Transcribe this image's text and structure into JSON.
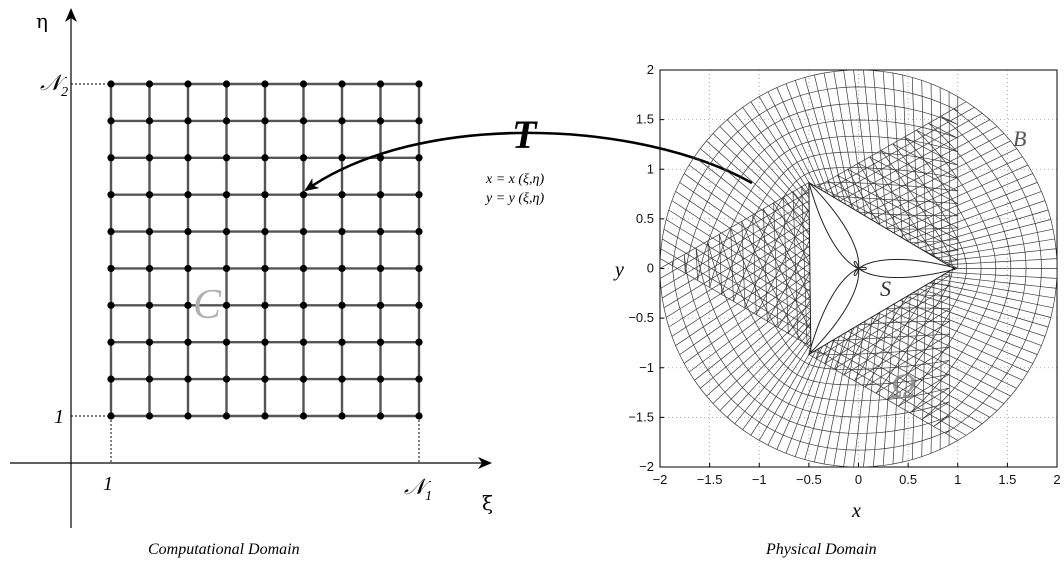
{
  "computational": {
    "axis_x_label": "ξ",
    "axis_y_label": "η",
    "n1_label": "𝒩",
    "n1_sub": "1",
    "n2_label": "𝒩",
    "n2_sub": "2",
    "x_one_label": "1",
    "y_one_label": "1",
    "region_label": "C",
    "caption": "Computational Domain"
  },
  "mapping": {
    "symbol": "T",
    "eq_x": "x = x (ξ,η)",
    "eq_y": "y = y (ξ,η)"
  },
  "physical": {
    "caption": "Physical Domain",
    "xlabel": "x",
    "ylabel": "y",
    "boundary_label": "B",
    "body_label": "S",
    "domain_label": "Ω",
    "x_ticks": [
      "−2",
      "−1.5",
      "−1",
      "−0.5",
      "0",
      "0.5",
      "1",
      "1.5",
      "2"
    ],
    "y_ticks": [
      "2",
      "1.5",
      "1",
      "0.5",
      "0",
      "−0.5",
      "−1",
      "−1.5",
      "−2"
    ],
    "xlim": [
      -2,
      2
    ],
    "ylim": [
      -2,
      2
    ],
    "grid": true,
    "inner_body_vertices": [
      [
        -0.5,
        0.866
      ],
      [
        -0.5,
        -0.866
      ],
      [
        1,
        0
      ]
    ],
    "outer_radius": 2
  }
}
